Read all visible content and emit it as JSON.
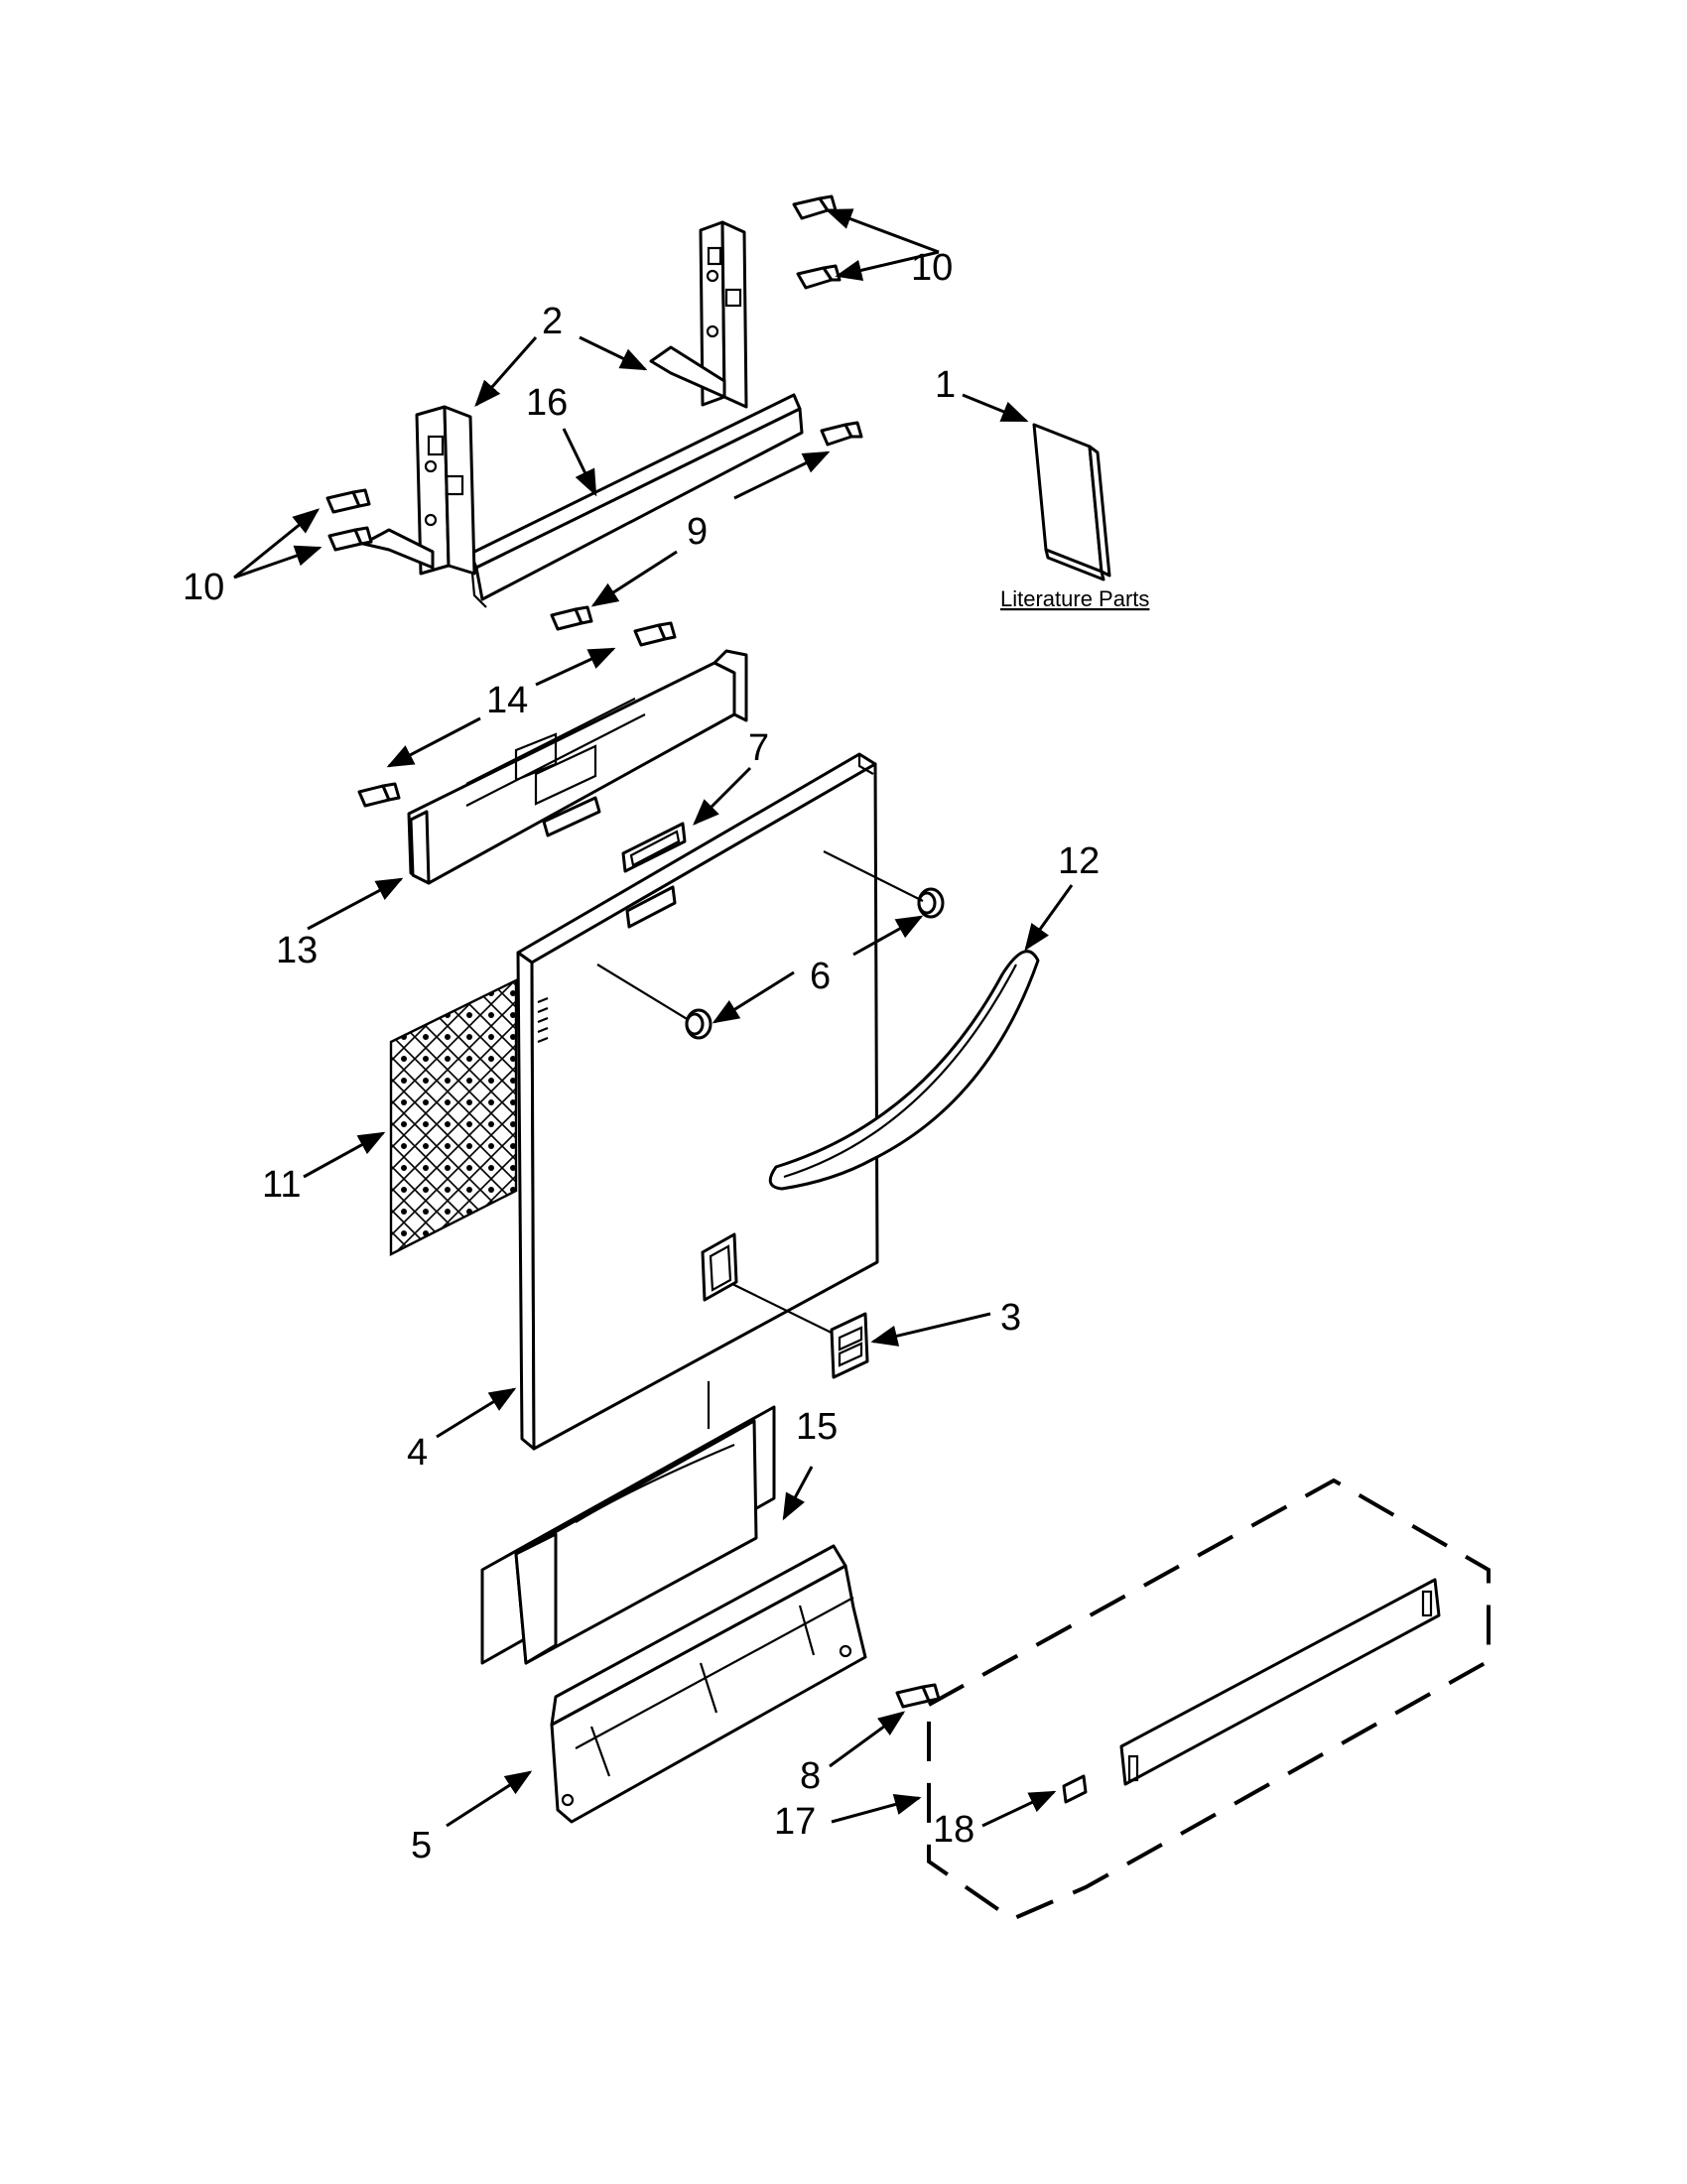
{
  "diagram": {
    "literature_label": "Literature Parts",
    "callouts": {
      "c1": "1",
      "c2": "2",
      "c3": "3",
      "c4": "4",
      "c5": "5",
      "c6": "6",
      "c7": "7",
      "c8": "8",
      "c9": "9",
      "c10_top": "10",
      "c10_left": "10",
      "c11": "11",
      "c12": "12",
      "c13": "13",
      "c14": "14",
      "c15": "15",
      "c16": "16",
      "c17": "17",
      "c18": "18"
    }
  }
}
